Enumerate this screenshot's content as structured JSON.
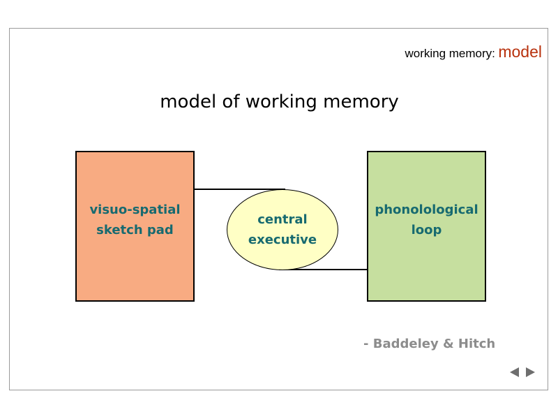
{
  "header": {
    "prefix": "working memory:",
    "accent": "model"
  },
  "title": "model of working memory",
  "diagram": {
    "left_box": {
      "line1": "visuo-spatial",
      "line2": "sketch pad",
      "fill": "#f8ab82"
    },
    "center": {
      "line1": "central",
      "line2": "executive",
      "fill": "#ffffc5"
    },
    "right_box": {
      "line1": "phonolological",
      "line2": "loop",
      "fill": "#c6df9f"
    }
  },
  "credit": "- Baddeley & Hitch",
  "nav": {
    "prev_icon": "triangle-left-icon",
    "next_icon": "triangle-right-icon"
  },
  "colors": {
    "accent": "#b8320e",
    "label_text": "#176a70",
    "credit_text": "#8c8c8c"
  }
}
